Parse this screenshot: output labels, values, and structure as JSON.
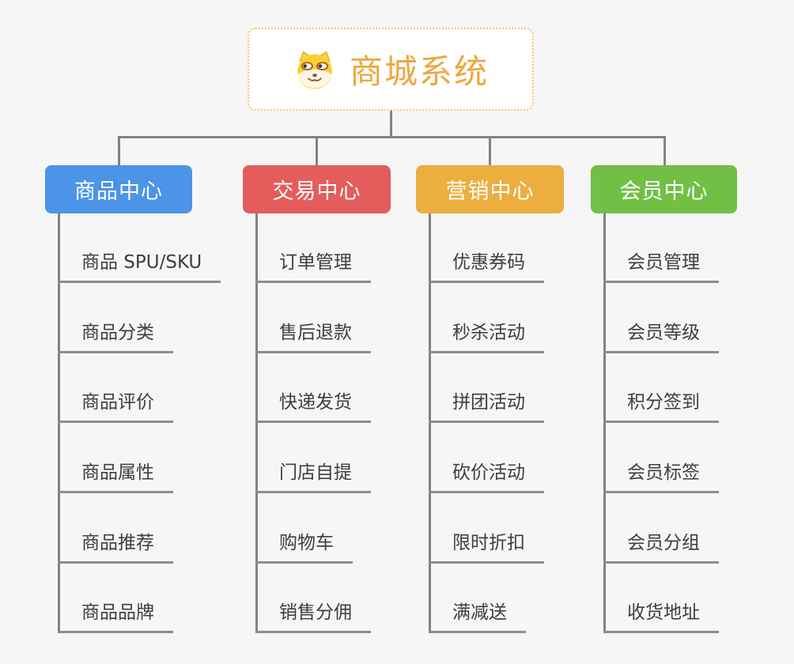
{
  "root": {
    "title": "商城系统",
    "icon": "doge-icon",
    "title_color": "#eca83f",
    "border_color": "#f7c36b"
  },
  "branches": [
    {
      "name": "商品中心",
      "color": "#4b94e8",
      "children": [
        "商品 SPU/SKU",
        "商品分类",
        "商品评价",
        "商品属性",
        "商品推荐",
        "商品品牌"
      ]
    },
    {
      "name": "交易中心",
      "color": "#e45c5c",
      "children": [
        "订单管理",
        "售后退款",
        "快递发货",
        "门店自提",
        "购物车",
        "销售分佣"
      ]
    },
    {
      "name": "营销中心",
      "color": "#ecae3e",
      "children": [
        "优惠券码",
        "秒杀活动",
        "拼团活动",
        "砍价活动",
        "限时折扣",
        "满减送"
      ]
    },
    {
      "name": "会员中心",
      "color": "#72bf45",
      "children": [
        "会员管理",
        "会员等级",
        "积分签到",
        "会员标签",
        "会员分组",
        "收货地址"
      ]
    }
  ],
  "colors": {
    "background": "#f6f6f6",
    "connector": "#828282",
    "underline": "#8d8d8d",
    "leaf_text": "#3b3e42"
  }
}
